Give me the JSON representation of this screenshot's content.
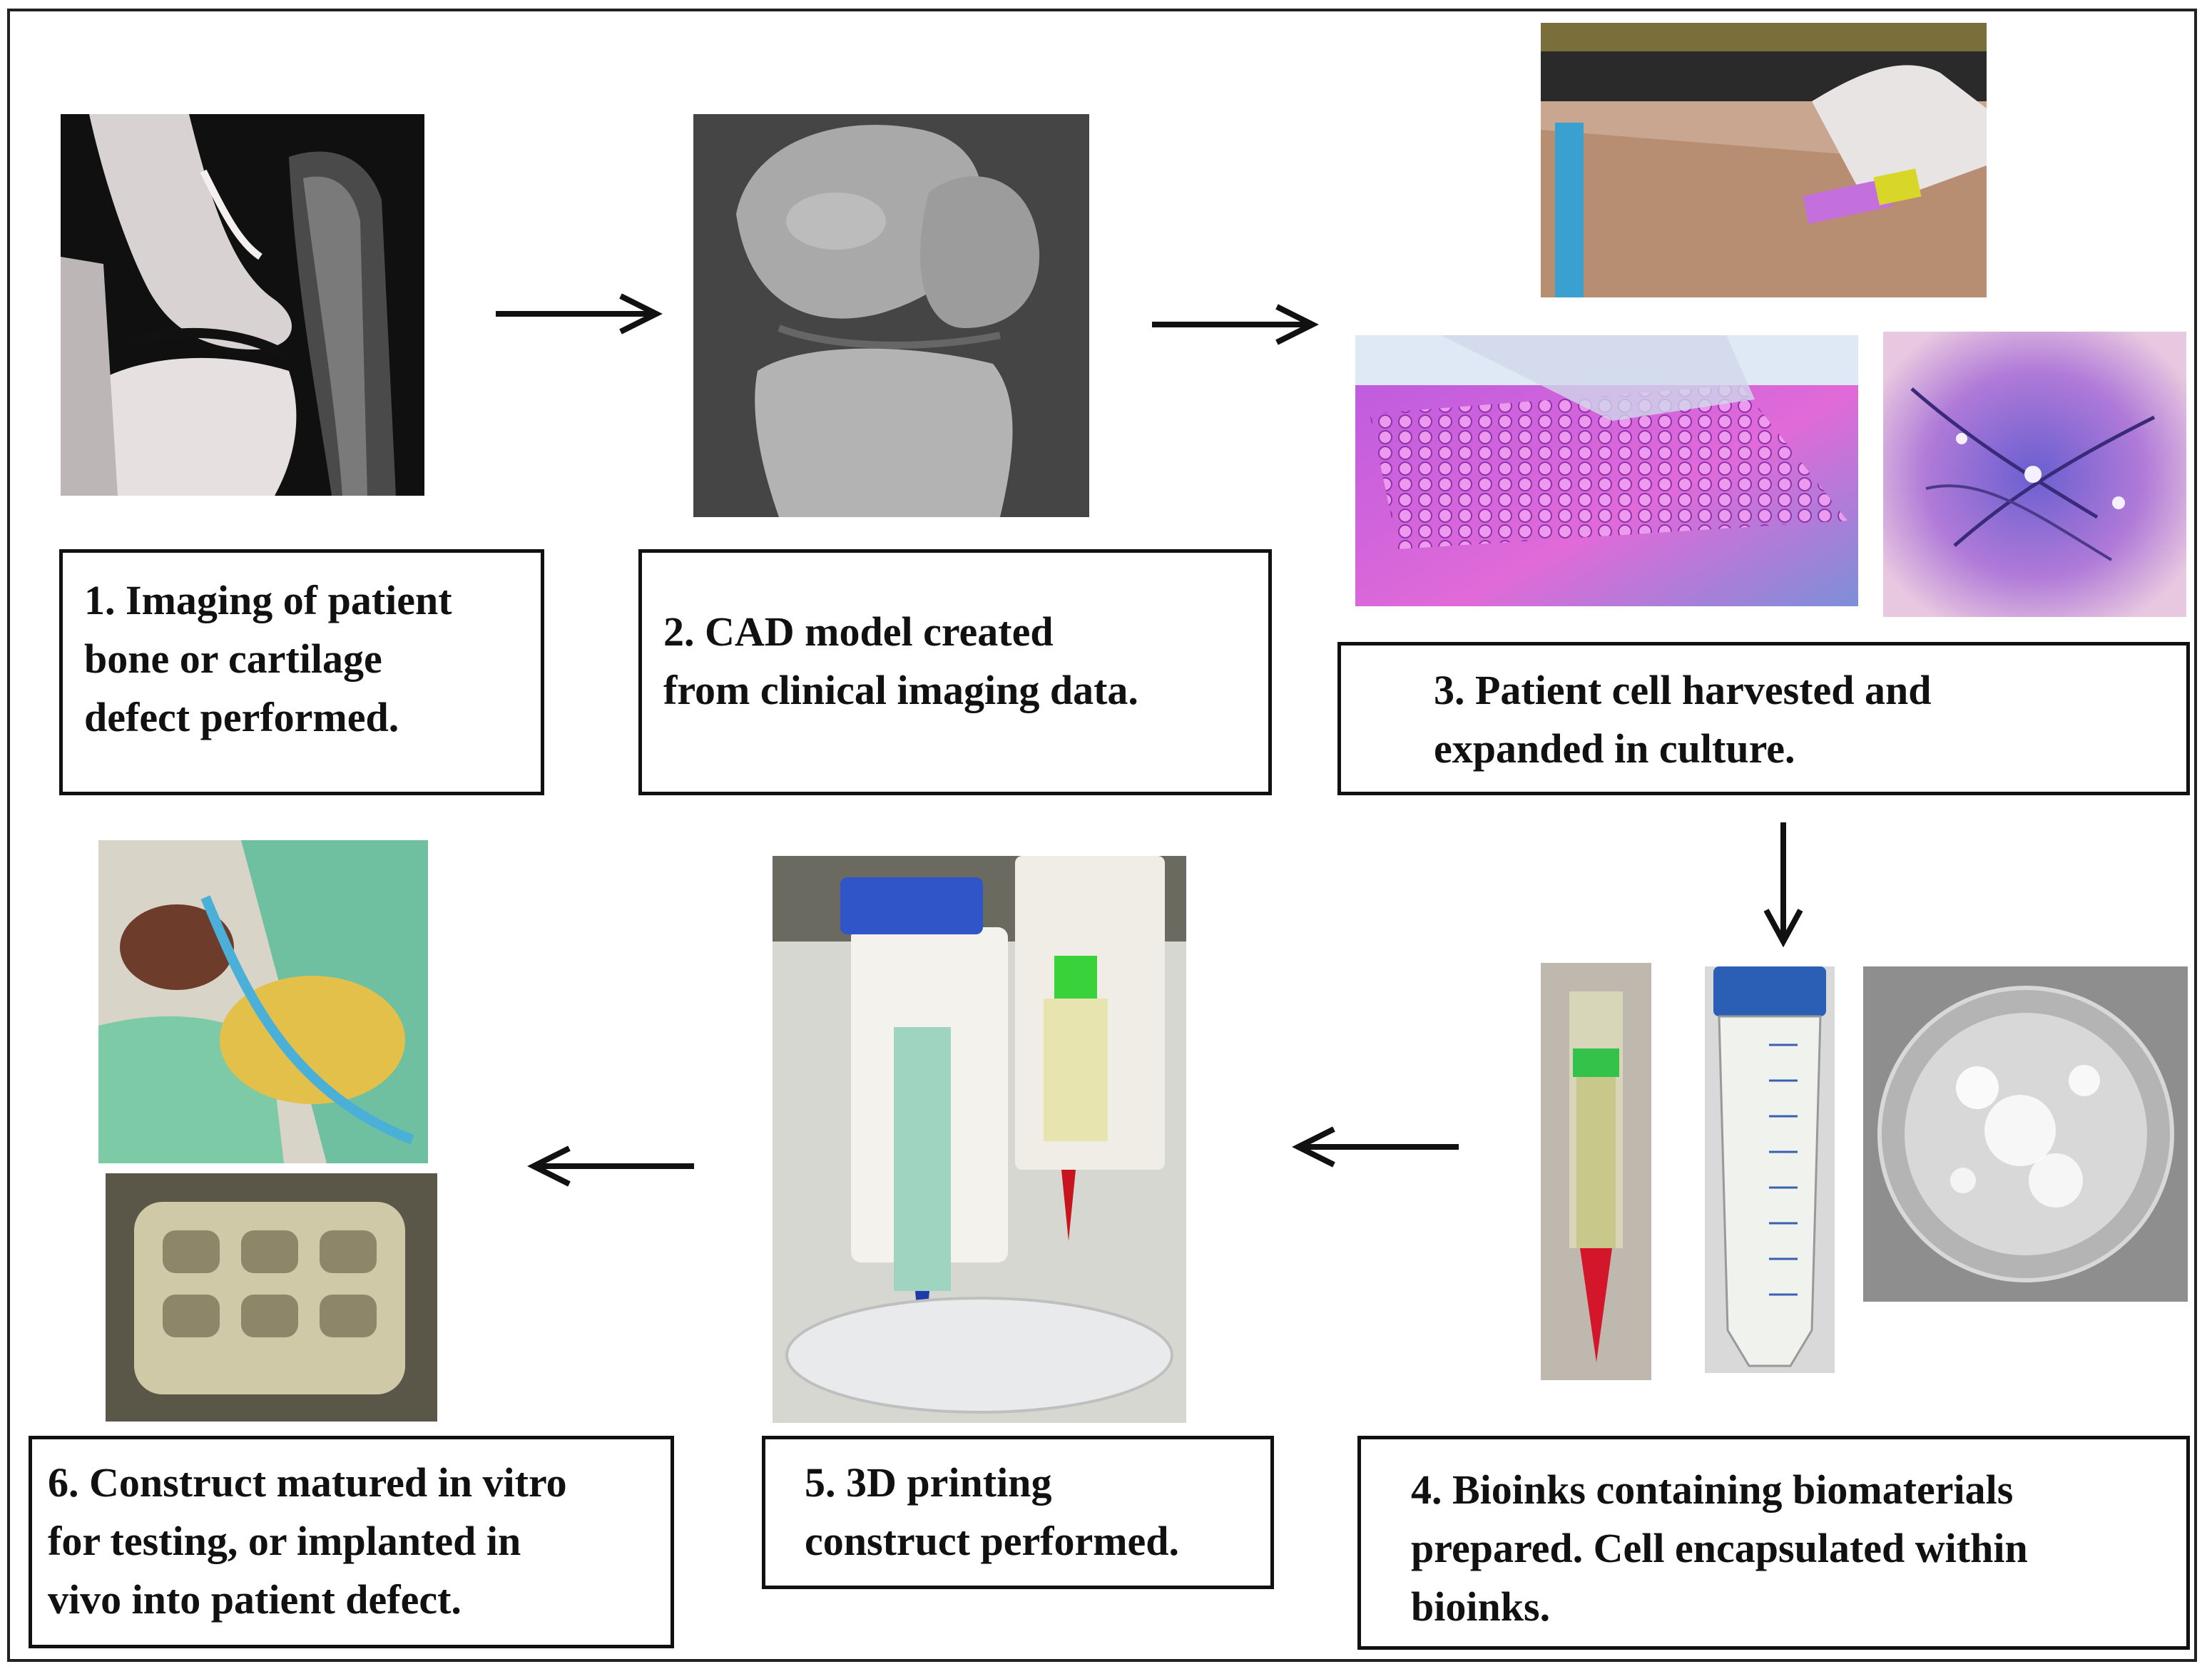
{
  "steps": [
    {
      "label": "1. Imaging of patient\nbone or cartilage\ndefect performed."
    },
    {
      "label": "2. CAD model created\nfrom clinical imaging data."
    },
    {
      "label": "3. Patient cell harvested and\nexpanded in culture."
    },
    {
      "label": "4. Bioinks containing biomaterials\nprepared. Cell encapsulated within\nbioinks."
    },
    {
      "label": "5. 3D printing\nconstruct performed."
    },
    {
      "label": "6. Construct matured in vitro\nfor testing, or implanted in\nvivo into patient defect."
    }
  ],
  "photos": [
    {
      "name": "knee-mri-photo"
    },
    {
      "name": "cad-knee-model-photo"
    },
    {
      "name": "cell-harvest-photo"
    },
    {
      "name": "culture-plate-photo"
    },
    {
      "name": "cell-microscopy-photo"
    },
    {
      "name": "bioink-syringe-photo"
    },
    {
      "name": "conical-tube-photo"
    },
    {
      "name": "petri-dish-photo"
    },
    {
      "name": "bioprinter-photo"
    },
    {
      "name": "surgical-implant-photo"
    },
    {
      "name": "printed-construct-photo"
    }
  ],
  "arrows": [
    "right",
    "right",
    "down",
    "left",
    "left"
  ],
  "colors": {
    "border": "#111111",
    "background": "#ffffff"
  }
}
